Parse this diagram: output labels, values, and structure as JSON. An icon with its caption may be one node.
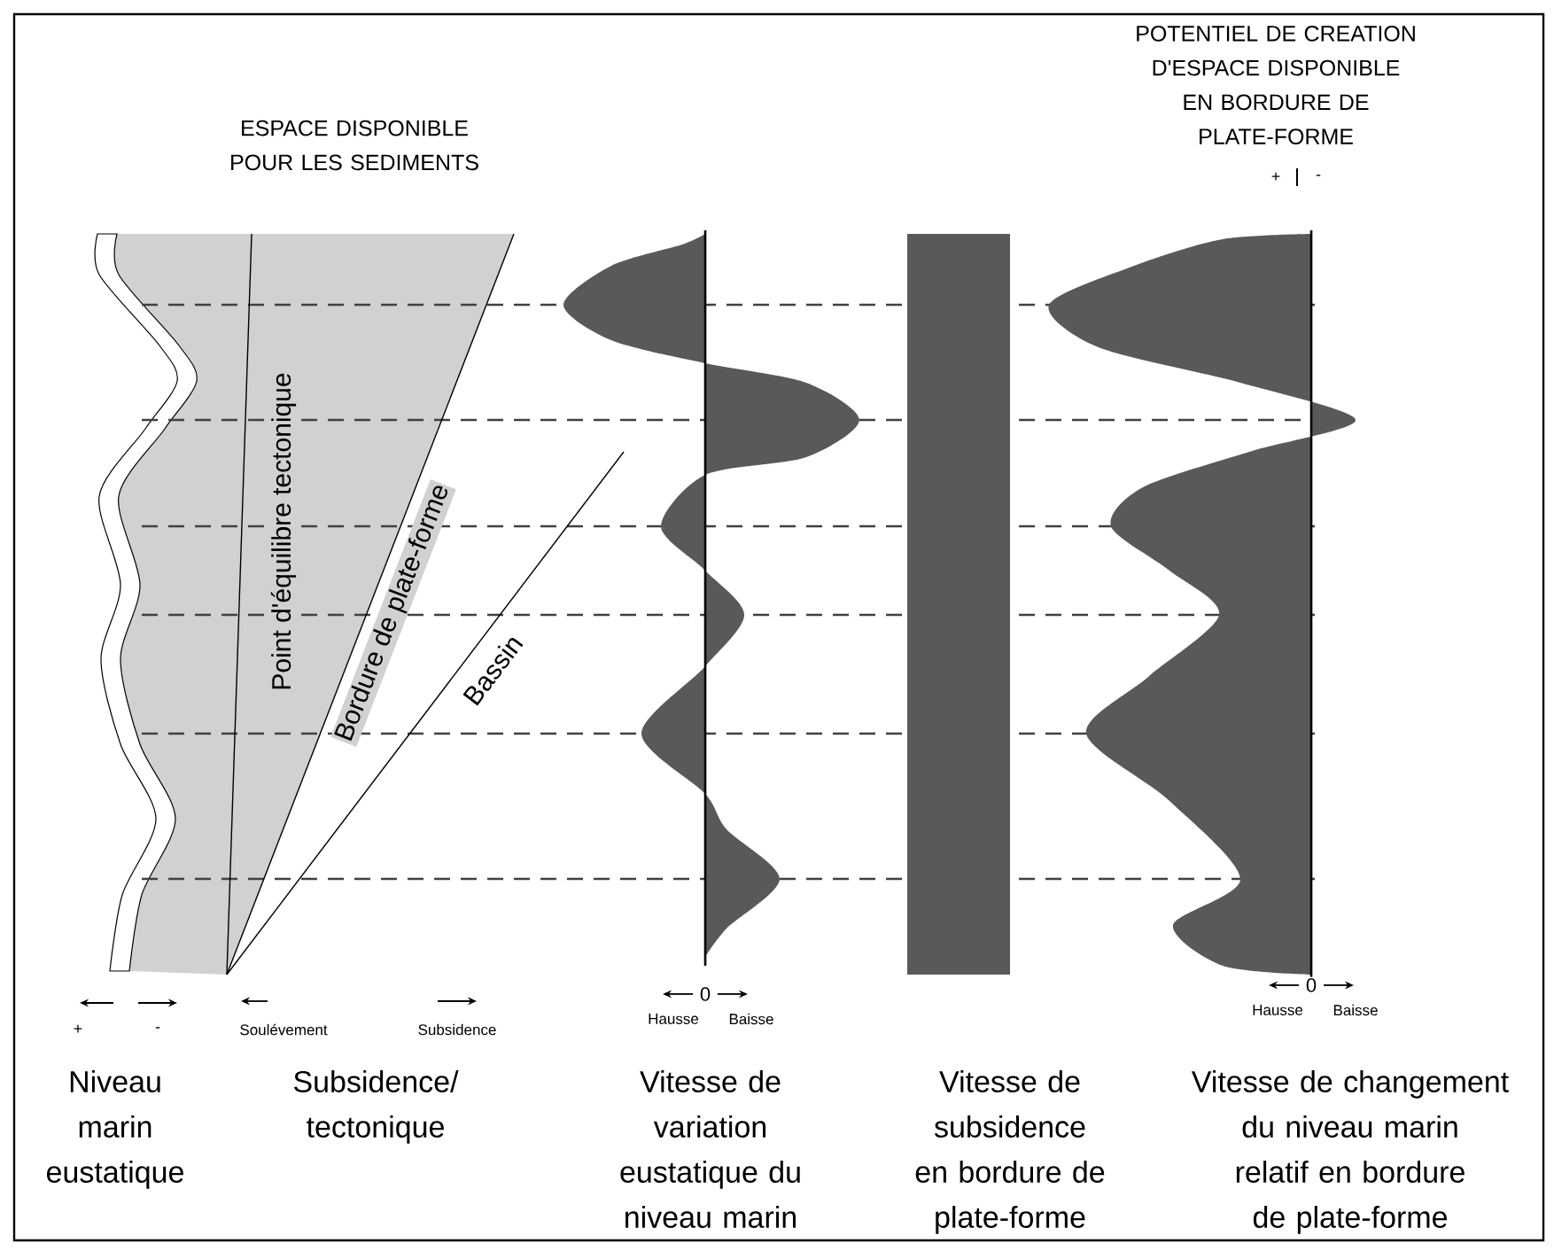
{
  "diagram": {
    "labels": [
      "POTENTIEL DE CREATION D'ESPACE DISPONIBLE EN BORDURE DE PLATE-FORME",
      "ESPACE DISPONIBLE POUR LES SEDIMENTS",
      "+",
      "-",
      "Point d'équilibre tectonique",
      "Bordure de plate-forme",
      "Bassin",
      "0",
      "0",
      "+",
      "-",
      "Soulévement",
      "Subsidence",
      "Hausse",
      "Baisse",
      "Hausse",
      "Baisse",
      "Niveau marin eustatique",
      "Subsidence/ tectonique",
      "Vitesse de variation eustatique du niveau marin",
      "Vitesse de subsidence en bordure de plate-forme",
      "Vitesse de changement du niveau marin relatif en bordure de plate-forme"
    ]
  }
}
